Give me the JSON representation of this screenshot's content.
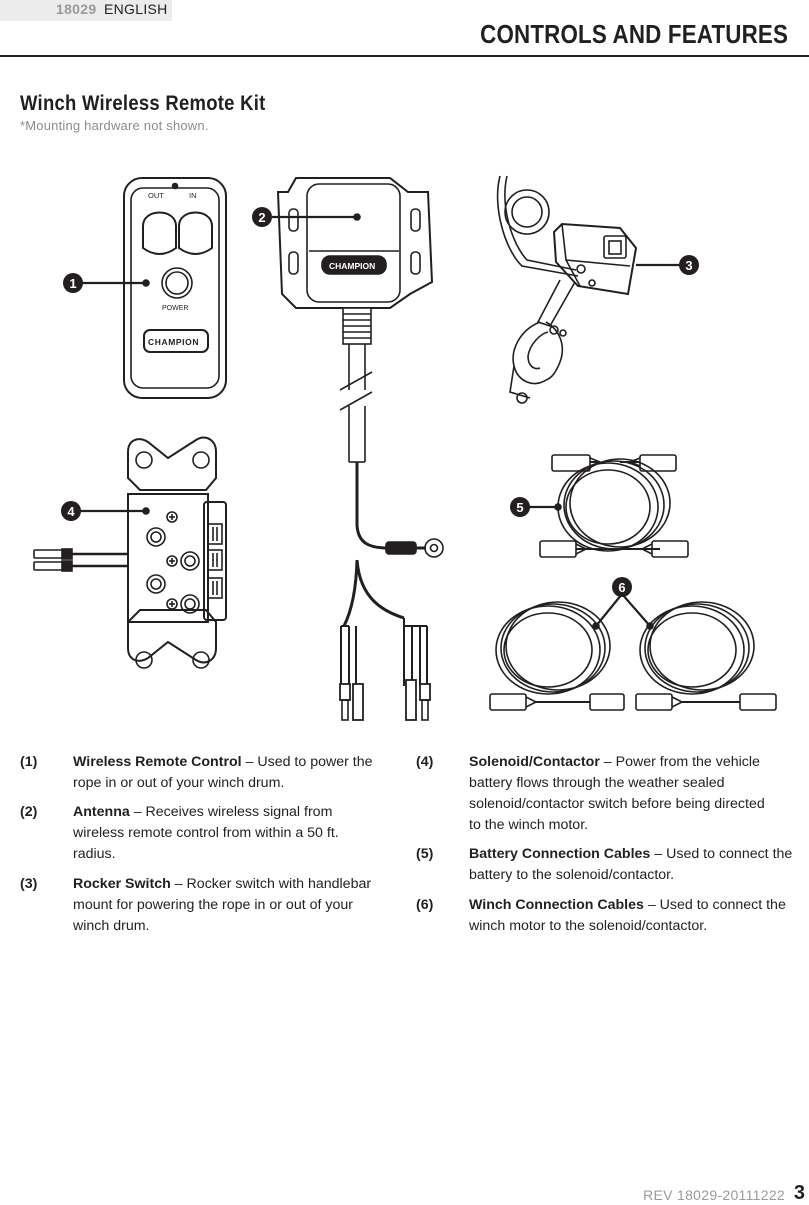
{
  "header": {
    "model": "18029",
    "language": "ENGLISH",
    "section_title": "CONTROLS AND FEATURES"
  },
  "kit": {
    "title": "Winch Wireless Remote Kit",
    "note": "*Mounting hardware not shown."
  },
  "figure": {
    "callouts": [
      "1",
      "2",
      "3",
      "4",
      "5",
      "6"
    ],
    "remote": {
      "out_label": "OUT",
      "in_label": "IN",
      "power_label": "POWER",
      "brand": "CHAMPION"
    },
    "antenna": {
      "brand": "CHAMPION"
    }
  },
  "descriptions": [
    {
      "num": "(1)",
      "term": "Wireless Remote Control",
      "text": " – Used to power the rope in or out of your winch drum."
    },
    {
      "num": "(2)",
      "term": "Antenna",
      "text": " – Receives wireless signal from wireless remote control from within a 50 ft. radius."
    },
    {
      "num": "(3)",
      "term": "Rocker Switch",
      "text": " – Rocker switch with handlebar mount for powering the rope in or out of your winch drum."
    },
    {
      "num": "(4)",
      "term": "Solenoid/Contactor",
      "text": " – Power from the vehicle battery flows through the weather sealed solenoid/contactor switch before being directed to the winch motor."
    },
    {
      "num": "(5)",
      "term": "Battery Connection Cables",
      "text": " – Used to connect the battery to the solenoid/contactor."
    },
    {
      "num": "(6)",
      "term": "Winch Connection Cables",
      "text": " – Used to connect the winch motor to the solenoid/contactor."
    }
  ],
  "footer": {
    "rev": "REV 18029-20111222",
    "page": "3"
  }
}
